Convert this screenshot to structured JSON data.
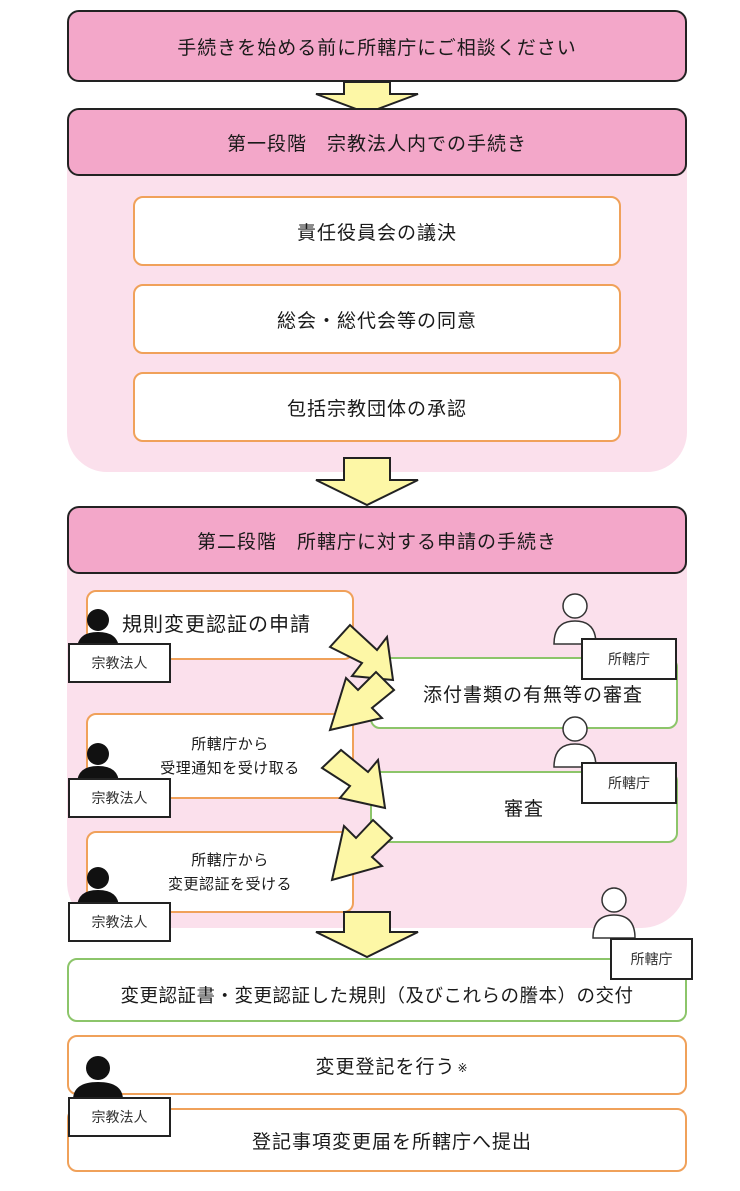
{
  "top_notice": "手続きを始める前に所轄庁にご相談ください",
  "stage1": {
    "title": "第一段階　宗教法人内での手続き",
    "steps": [
      "責任役員会の議決",
      "総会・総代会等の同意",
      "包括宗教団体の承認"
    ]
  },
  "stage2": {
    "title": "第二段階　所轄庁に対する申請の手続き",
    "apply": "規則変更認証の申請",
    "check_docs": "添付書類の有無等の審査",
    "receipt_line1": "所轄庁から",
    "receipt_line2": "受理通知を受け取る",
    "review": "審査",
    "approval_line1": "所轄庁から",
    "approval_line2": "変更認証を受ける"
  },
  "delivery": "変更認証書・変更認証した規則（及びこれらの謄本）の交付",
  "registration": "変更登記を行う",
  "registration_note": "※",
  "submission": "登記事項変更届を所轄庁へ提出",
  "actors": {
    "religious_corp": "宗教法人",
    "authority": "所轄庁"
  },
  "colors": {
    "pink_bar": "#f3a7c9",
    "pink_panel": "#fbe0ec",
    "orange_border": "#f0a15a",
    "green_border": "#8cc56a",
    "arrow_fill": "#fdf7a6"
  }
}
